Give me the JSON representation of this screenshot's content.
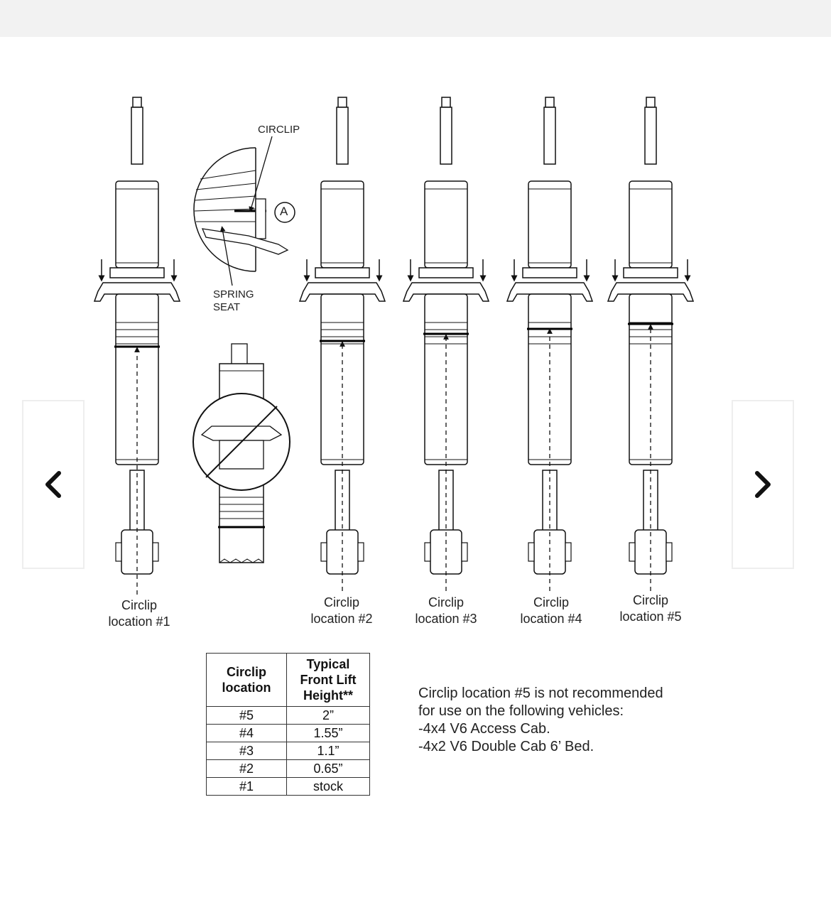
{
  "diagram": {
    "callouts": {
      "circlip": "CIRCLIP",
      "spring_seat_line1": "SPRING",
      "spring_seat_line2": "SEAT",
      "detail_marker": "A"
    },
    "shocks": [
      {
        "line1": "Circlip",
        "line2": "location #1"
      },
      {
        "line1": "Circlip",
        "line2": "location #2"
      },
      {
        "line1": "Circlip",
        "line2": "location #3"
      },
      {
        "line1": "Circlip",
        "line2": "location #4"
      },
      {
        "line1": "Circlip",
        "line2": "location #5"
      }
    ]
  },
  "table": {
    "headers": {
      "location": [
        "Circlip",
        "location"
      ],
      "height": [
        "Typical",
        "Front Lift",
        "Height**"
      ]
    },
    "rows": [
      {
        "location": "#5",
        "height": "2”"
      },
      {
        "location": "#4",
        "height": "1.55”"
      },
      {
        "location": "#3",
        "height": "1.1”"
      },
      {
        "location": "#2",
        "height": "0.65”"
      },
      {
        "location": "#1",
        "height": "stock"
      }
    ]
  },
  "note": {
    "lines": [
      "Circlip location #5 is not recommended",
      "for use on the following vehicles:",
      "-4x4 V6 Access Cab.",
      "-4x2 V6 Double Cab 6’ Bed."
    ]
  },
  "nav": {
    "prev_icon": "chevron-left-icon",
    "next_icon": "chevron-right-icon"
  }
}
